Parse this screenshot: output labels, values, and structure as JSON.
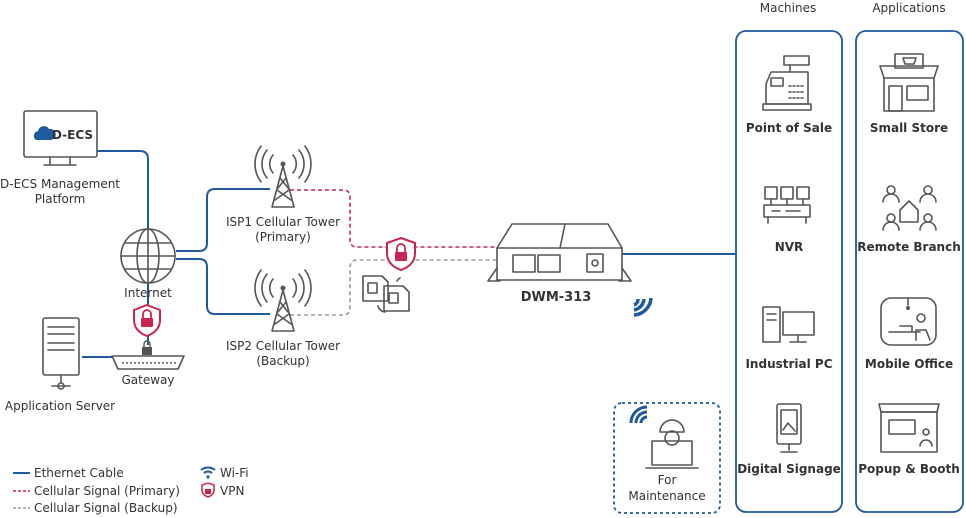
{
  "colors": {
    "ethernet": "#1f5a9e",
    "primary": "#c8264f",
    "backup": "#999999",
    "vpn": "#c8264f",
    "wifi": "#1f5a9e",
    "box": "#1f5a9e"
  },
  "platform": {
    "logo": "D-ECS",
    "label_line1": "D-ECS Management",
    "label_line2": "Platform"
  },
  "internet": {
    "label": "Internet"
  },
  "gateway": {
    "label": "Gateway"
  },
  "server": {
    "label": "Application Server"
  },
  "isp1": {
    "line1": "ISP1 Cellular Tower",
    "line2": "(Primary)"
  },
  "isp2": {
    "line1": "ISP2 Cellular Tower",
    "line2": "(Backup)"
  },
  "device": {
    "label": "DWM-313"
  },
  "maintenance": {
    "line1": "For",
    "line2": "Maintenance"
  },
  "machines": {
    "header": "Machines",
    "items": [
      "Point of Sale",
      "NVR",
      "Industrial PC",
      "Digital Signage"
    ]
  },
  "applications": {
    "header": "Applications",
    "items": [
      "Small Store",
      "Remote Branch",
      "Mobile Office",
      "Popup & Booth"
    ]
  },
  "legend": {
    "ethernet": "Ethernet Cable",
    "primary": "Cellular Signal (Primary)",
    "backup": "Cellular Signal (Backup)",
    "wifi": "Wi-Fi",
    "vpn": "VPN"
  }
}
